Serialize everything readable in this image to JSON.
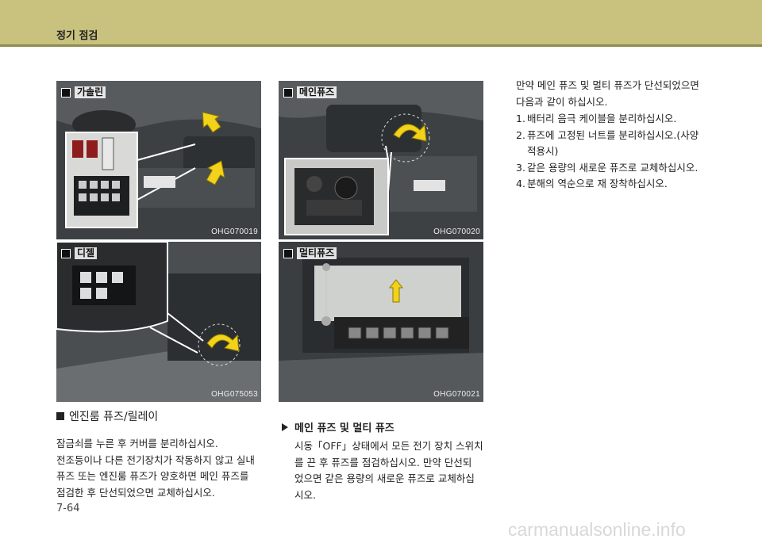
{
  "header": {
    "title": "정기 점검"
  },
  "photos": [
    {
      "label": "가솔린",
      "code": "OHG070019"
    },
    {
      "label": "메인퓨즈",
      "code": "OHG070020"
    },
    {
      "label": "디젤",
      "code": "OHG075053"
    },
    {
      "label": "멀티퓨즈",
      "code": "OHG070021"
    }
  ],
  "engine_room": {
    "heading": "엔진룸 퓨즈/릴레이",
    "lines": [
      "잠금쇠를 누른 후 커버를 분리하십시오.",
      "전조등이나 다른 전기장치가 작동하지 않고 실내",
      "퓨즈 또는 엔진룸 퓨즈가 양호하면 메인 퓨즈를",
      "점검한 후 단선되었으면 교체하십시오."
    ]
  },
  "main_multi": {
    "heading": "메인 퓨즈 및 멀티 퓨즈",
    "lines": [
      "시동「OFF」상태에서 모든 전기 장치 스위치",
      "를 끈 후 퓨즈를 점검하십시오. 만약 단선되",
      "었으면 같은 용량의 새로운 퓨즈로 교체하십",
      "시오."
    ]
  },
  "right_col": {
    "intro": [
      "만약 메인 퓨즈 및 멀티 퓨즈가 단선되었으면",
      "다음과 같이 하십시오."
    ],
    "steps": [
      {
        "n": "1.",
        "lines": [
          "배터리 음극 케이블을 분리하십시오."
        ]
      },
      {
        "n": "2.",
        "lines": [
          "퓨즈에 고정된 너트를 분리하십시오.(사양",
          "적용시)"
        ]
      },
      {
        "n": "3.",
        "lines": [
          "같은 용량의 새로운 퓨즈로 교체하십시오."
        ]
      },
      {
        "n": "4.",
        "lines": [
          "분해의 역순으로 재 장착하십시오."
        ]
      }
    ]
  },
  "page_number": "7-64",
  "watermark": "carmanualsonline.info",
  "colors": {
    "header_band": "#c8c27e",
    "arrow_yellow": "#f2d21a"
  }
}
